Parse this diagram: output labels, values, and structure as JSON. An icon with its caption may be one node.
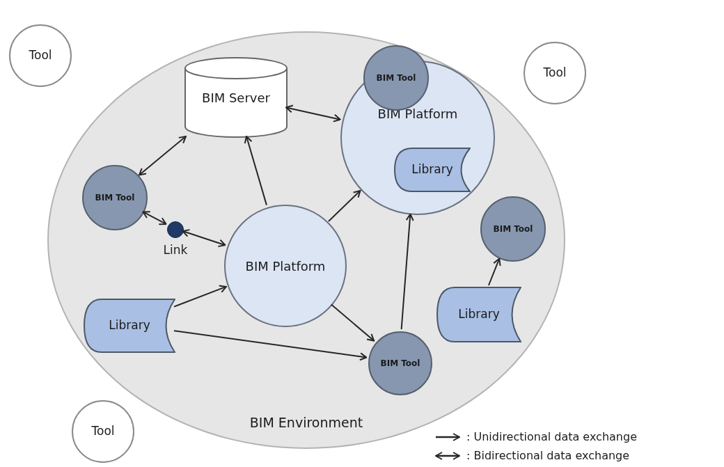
{
  "diagram": {
    "nodes": [
      {
        "text": [
          "Tool"
        ]
      },
      {
        "text": [
          "BIM Environment"
        ]
      },
      {
        "text": [
          "BIM Server"
        ],
        "in": 1
      },
      {
        "text": [
          "BIM Tool"
        ],
        "in": 1
      },
      {
        "text": [
          "BIM Platform"
        ],
        "in": 1
      },
      {
        "text": [
          "Library"
        ],
        "in": 4
      },
      {
        "text": [
          "Tool"
        ]
      },
      {
        "text": [
          "BIM Tool"
        ],
        "in": 1
      },
      {
        "text": [],
        "shape": "circle",
        "beside": [
          "Link"
        ],
        "in": 1
      },
      {
        "text": [
          "BIM Platform"
        ],
        "in": 1
      },
      {
        "text": [
          "BIM Tool"
        ],
        "in": 1
      },
      {
        "text": [
          "Library"
        ],
        "in": 1
      },
      {
        "text": [
          "Library"
        ],
        "in": 1
      },
      {
        "text": [
          "BIM Tool"
        ],
        "in": 1
      },
      {
        "text": [
          "Tool"
        ]
      }
    ],
    "edges": [
      {
        "from": 2,
        "to": 4,
        "arrow": "both"
      },
      {
        "from": 2,
        "to": 7,
        "arrow": "both"
      },
      {
        "from": 7,
        "to": 8,
        "arrow": "both"
      },
      {
        "from": 8,
        "to": 9,
        "arrow": "both"
      },
      {
        "from": 9,
        "to": 2,
        "arrow": "to"
      },
      {
        "from": 9,
        "to": 4,
        "arrow": "to"
      },
      {
        "from": 9,
        "to": 13,
        "arrow": "to"
      },
      {
        "from": 11,
        "to": 9,
        "arrow": "to"
      },
      {
        "from": 11,
        "to": 13,
        "arrow": "to"
      },
      {
        "from": 13,
        "to": 4,
        "arrow": "to"
      },
      {
        "from": 12,
        "to": 10,
        "arrow": "to"
      }
    ],
    "legend": [
      {
        "text": ": Unidirectional data exchange"
      },
      {
        "text": ": Bidirectional data exchange"
      }
    ]
  }
}
